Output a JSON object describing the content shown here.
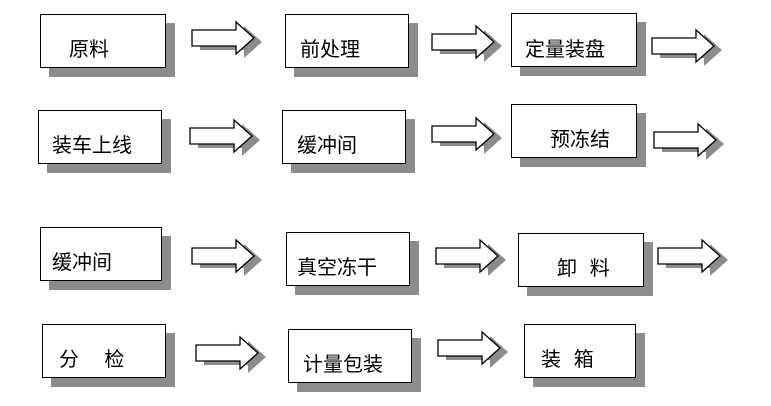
{
  "steps": [
    "原料",
    "前处理",
    "定量装盘",
    "装车上线",
    "缓冲间",
    "预冻结",
    "缓冲间",
    "真空冻干",
    "卸  料",
    "分    检",
    "计量包装",
    "装  箱"
  ],
  "colors": {
    "border": "#000000",
    "shadow": "#8c8c8c",
    "arrow_fill": "#ffffff"
  },
  "icons": {
    "arrow": "right-block-arrow-icon"
  }
}
